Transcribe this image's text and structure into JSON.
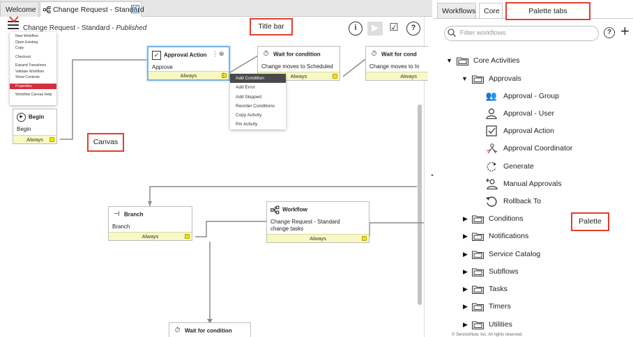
{
  "tabs": {
    "welcome": "Welcome",
    "workflow": "Change Request - Standard",
    "close": "✕"
  },
  "title_bar": {
    "name": "Change Request - Standard",
    "separator": " - ",
    "state": "Published"
  },
  "toolbar": {
    "info": "i",
    "play": "▶",
    "checkout": "☑",
    "help": "?"
  },
  "hamburger_menu": {
    "items": [
      "New Workflow",
      "Open Existing",
      "Copy",
      "Checkout",
      "Expand Transitions",
      "Validate Workflow",
      "Show Contexts",
      "Properties",
      "Workflow Canvas Help"
    ],
    "active_item": "Properties"
  },
  "context_menu": {
    "items": [
      "Add Condition",
      "Add Error",
      "Add Skipped",
      "Reorder Conditions",
      "Copy Activity",
      "Pin Activity"
    ],
    "active_item": "Add Condition"
  },
  "nodes": {
    "begin": {
      "title": "Begin",
      "body": "Begin",
      "condition": "Always"
    },
    "approval_action": {
      "title": "Approval Action",
      "body": "Approve",
      "condition": "Always",
      "kebab": "⋮",
      "close": "⊗"
    },
    "wait1": {
      "title": "Wait for condition",
      "body": "Change moves to Scheduled",
      "condition": "Always"
    },
    "wait2": {
      "title": "Wait for cond",
      "body": "Change moves to In",
      "condition": "Always"
    },
    "branch": {
      "title": "Branch",
      "body": "Branch",
      "condition": "Always"
    },
    "workflow": {
      "title": "Workflow",
      "body_line1": "Change Request - Standard",
      "body_line2": "change tasks",
      "condition": "Always"
    },
    "wait3": {
      "title": "Wait for condition"
    }
  },
  "callouts": {
    "title_bar": "Title bar",
    "canvas": "Canvas",
    "palette_tabs": "Palette tabs",
    "palette": "Palette"
  },
  "palette": {
    "tabs": [
      "Workflows",
      "Core"
    ],
    "active_tab": "Core",
    "search_placeholder": "Filter workflows",
    "help": "?",
    "add": "+",
    "root": "Core Activities",
    "approvals_folder": "Approvals",
    "approval_items": [
      {
        "label": "Approval - Group",
        "icon": "group-icon"
      },
      {
        "label": "Approval - User",
        "icon": "user-icon"
      },
      {
        "label": "Approval Action",
        "icon": "checkbox-icon"
      },
      {
        "label": "Approval Coordinator",
        "icon": "coordinator-icon"
      },
      {
        "label": "Generate",
        "icon": "generate-icon"
      },
      {
        "label": "Manual Approvals",
        "icon": "manual-approvals-icon"
      },
      {
        "label": "Rollback To",
        "icon": "rollback-icon"
      }
    ],
    "folders": [
      "Conditions",
      "Notifications",
      "Service Catalog",
      "Subflows",
      "Tasks",
      "Timers",
      "Utilities"
    ]
  },
  "footer": "© ServiceNow, Inc. All rights reserved."
}
